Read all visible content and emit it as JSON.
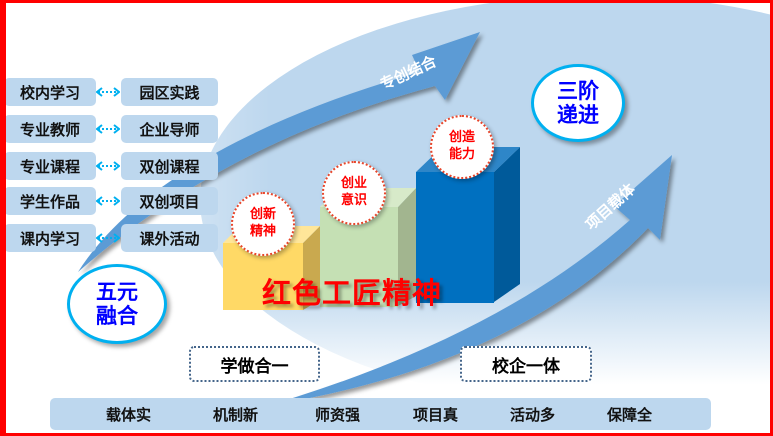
{
  "pairs": [
    {
      "left": "校内学习",
      "right": "园区实践"
    },
    {
      "left": "专业教师",
      "right": "企业导师"
    },
    {
      "left": "专业课程",
      "right": "双创课程"
    },
    {
      "left": "学生作品",
      "right": "双创项目"
    },
    {
      "left": "课内学习",
      "right": "课外活动"
    }
  ],
  "five": "五元\n融合",
  "three": "三阶\n递进",
  "arrow_top": "专创结合",
  "arrow_bottom": "项目载体",
  "circles": [
    "创新\n精神",
    "创业\n意识",
    "创造\n能力"
  ],
  "title": "红色工匠精神",
  "dotted": [
    "学做合一",
    "校企一体"
  ],
  "bottom": [
    "载体实",
    "机制新",
    "师资强",
    "项目真",
    "活动多",
    "保障全"
  ],
  "colors": {
    "accent": "#5b9bd5",
    "light": "#bdd7ee",
    "border": "#ff0000"
  }
}
